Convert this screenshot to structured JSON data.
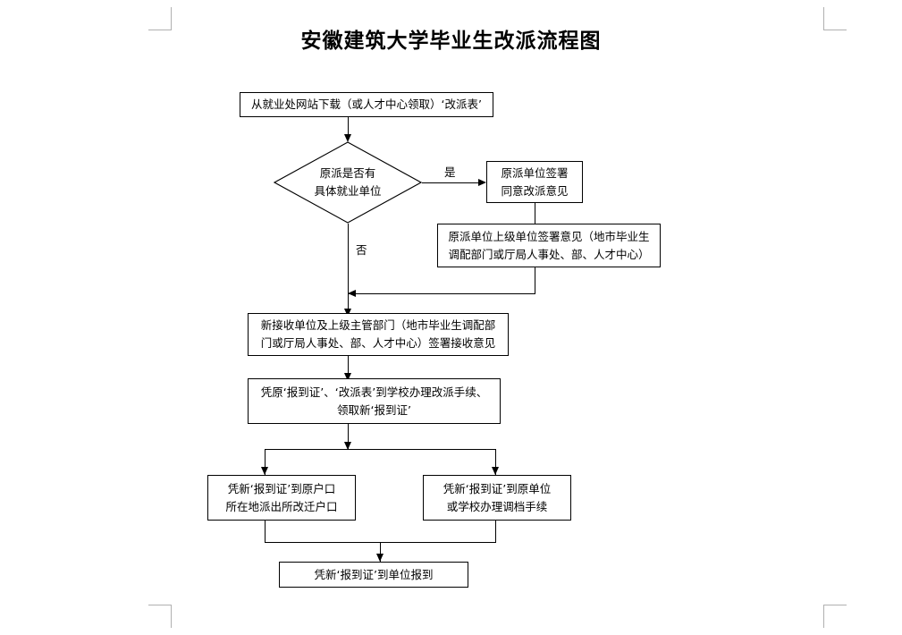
{
  "page": {
    "title": "安徽建筑大学毕业生改派流程图",
    "background_color": "#ffffff",
    "line_color": "#000000",
    "crop_mark_color": "#b0b0b0"
  },
  "crop_marks": [
    {
      "name": "top-left"
    },
    {
      "name": "top-right"
    },
    {
      "name": "bottom-left"
    },
    {
      "name": "bottom-right"
    }
  ],
  "chart_data": {
    "type": "flowchart",
    "title": "安徽建筑大学毕业生改派流程图",
    "orientation": "top-to-bottom",
    "nodes": [
      {
        "id": "n1",
        "shape": "process",
        "text": "从就业处网站下载（或人才中心领取）‘改派表’"
      },
      {
        "id": "n2",
        "shape": "decision",
        "text": "原派是否有\n具体就业单位"
      },
      {
        "id": "n3",
        "shape": "process",
        "text": "原派单位签署\n同意改派意见"
      },
      {
        "id": "n4",
        "shape": "process",
        "text": "原派单位上级单位签署意见（地市毕业生\n调配部门或厅局人事处、部、人才中心）"
      },
      {
        "id": "n5",
        "shape": "process",
        "text": "新接收单位及上级主管部门（地市毕业生调配部\n门或厅局人事处、部、人才中心）签署接收意见"
      },
      {
        "id": "n6",
        "shape": "process",
        "text": "凭原‘报到证’、‘改派表’到学校办理改派手续、\n领取新‘报到证’"
      },
      {
        "id": "n7",
        "shape": "process",
        "text": "凭新‘报到证’到原户口\n所在地派出所改迁户口"
      },
      {
        "id": "n8",
        "shape": "process",
        "text": "凭新‘报到证’到原单位\n或学校办理调档手续"
      },
      {
        "id": "n9",
        "shape": "process",
        "text": "凭新‘报到证’到单位报到"
      }
    ],
    "edges": [
      {
        "from": "n1",
        "to": "n2",
        "label": ""
      },
      {
        "from": "n2",
        "to": "n3",
        "label": "是"
      },
      {
        "from": "n3",
        "to": "n4",
        "label": ""
      },
      {
        "from": "n4",
        "to": "n5",
        "label": ""
      },
      {
        "from": "n2",
        "to": "n5",
        "label": "否"
      },
      {
        "from": "n5",
        "to": "n6",
        "label": ""
      },
      {
        "from": "n6",
        "to": "n7",
        "label": ""
      },
      {
        "from": "n6",
        "to": "n8",
        "label": ""
      },
      {
        "from": "n7",
        "to": "n9",
        "label": ""
      },
      {
        "from": "n8",
        "to": "n9",
        "label": ""
      }
    ],
    "branch_labels": {
      "yes": "是",
      "no": "否"
    }
  }
}
